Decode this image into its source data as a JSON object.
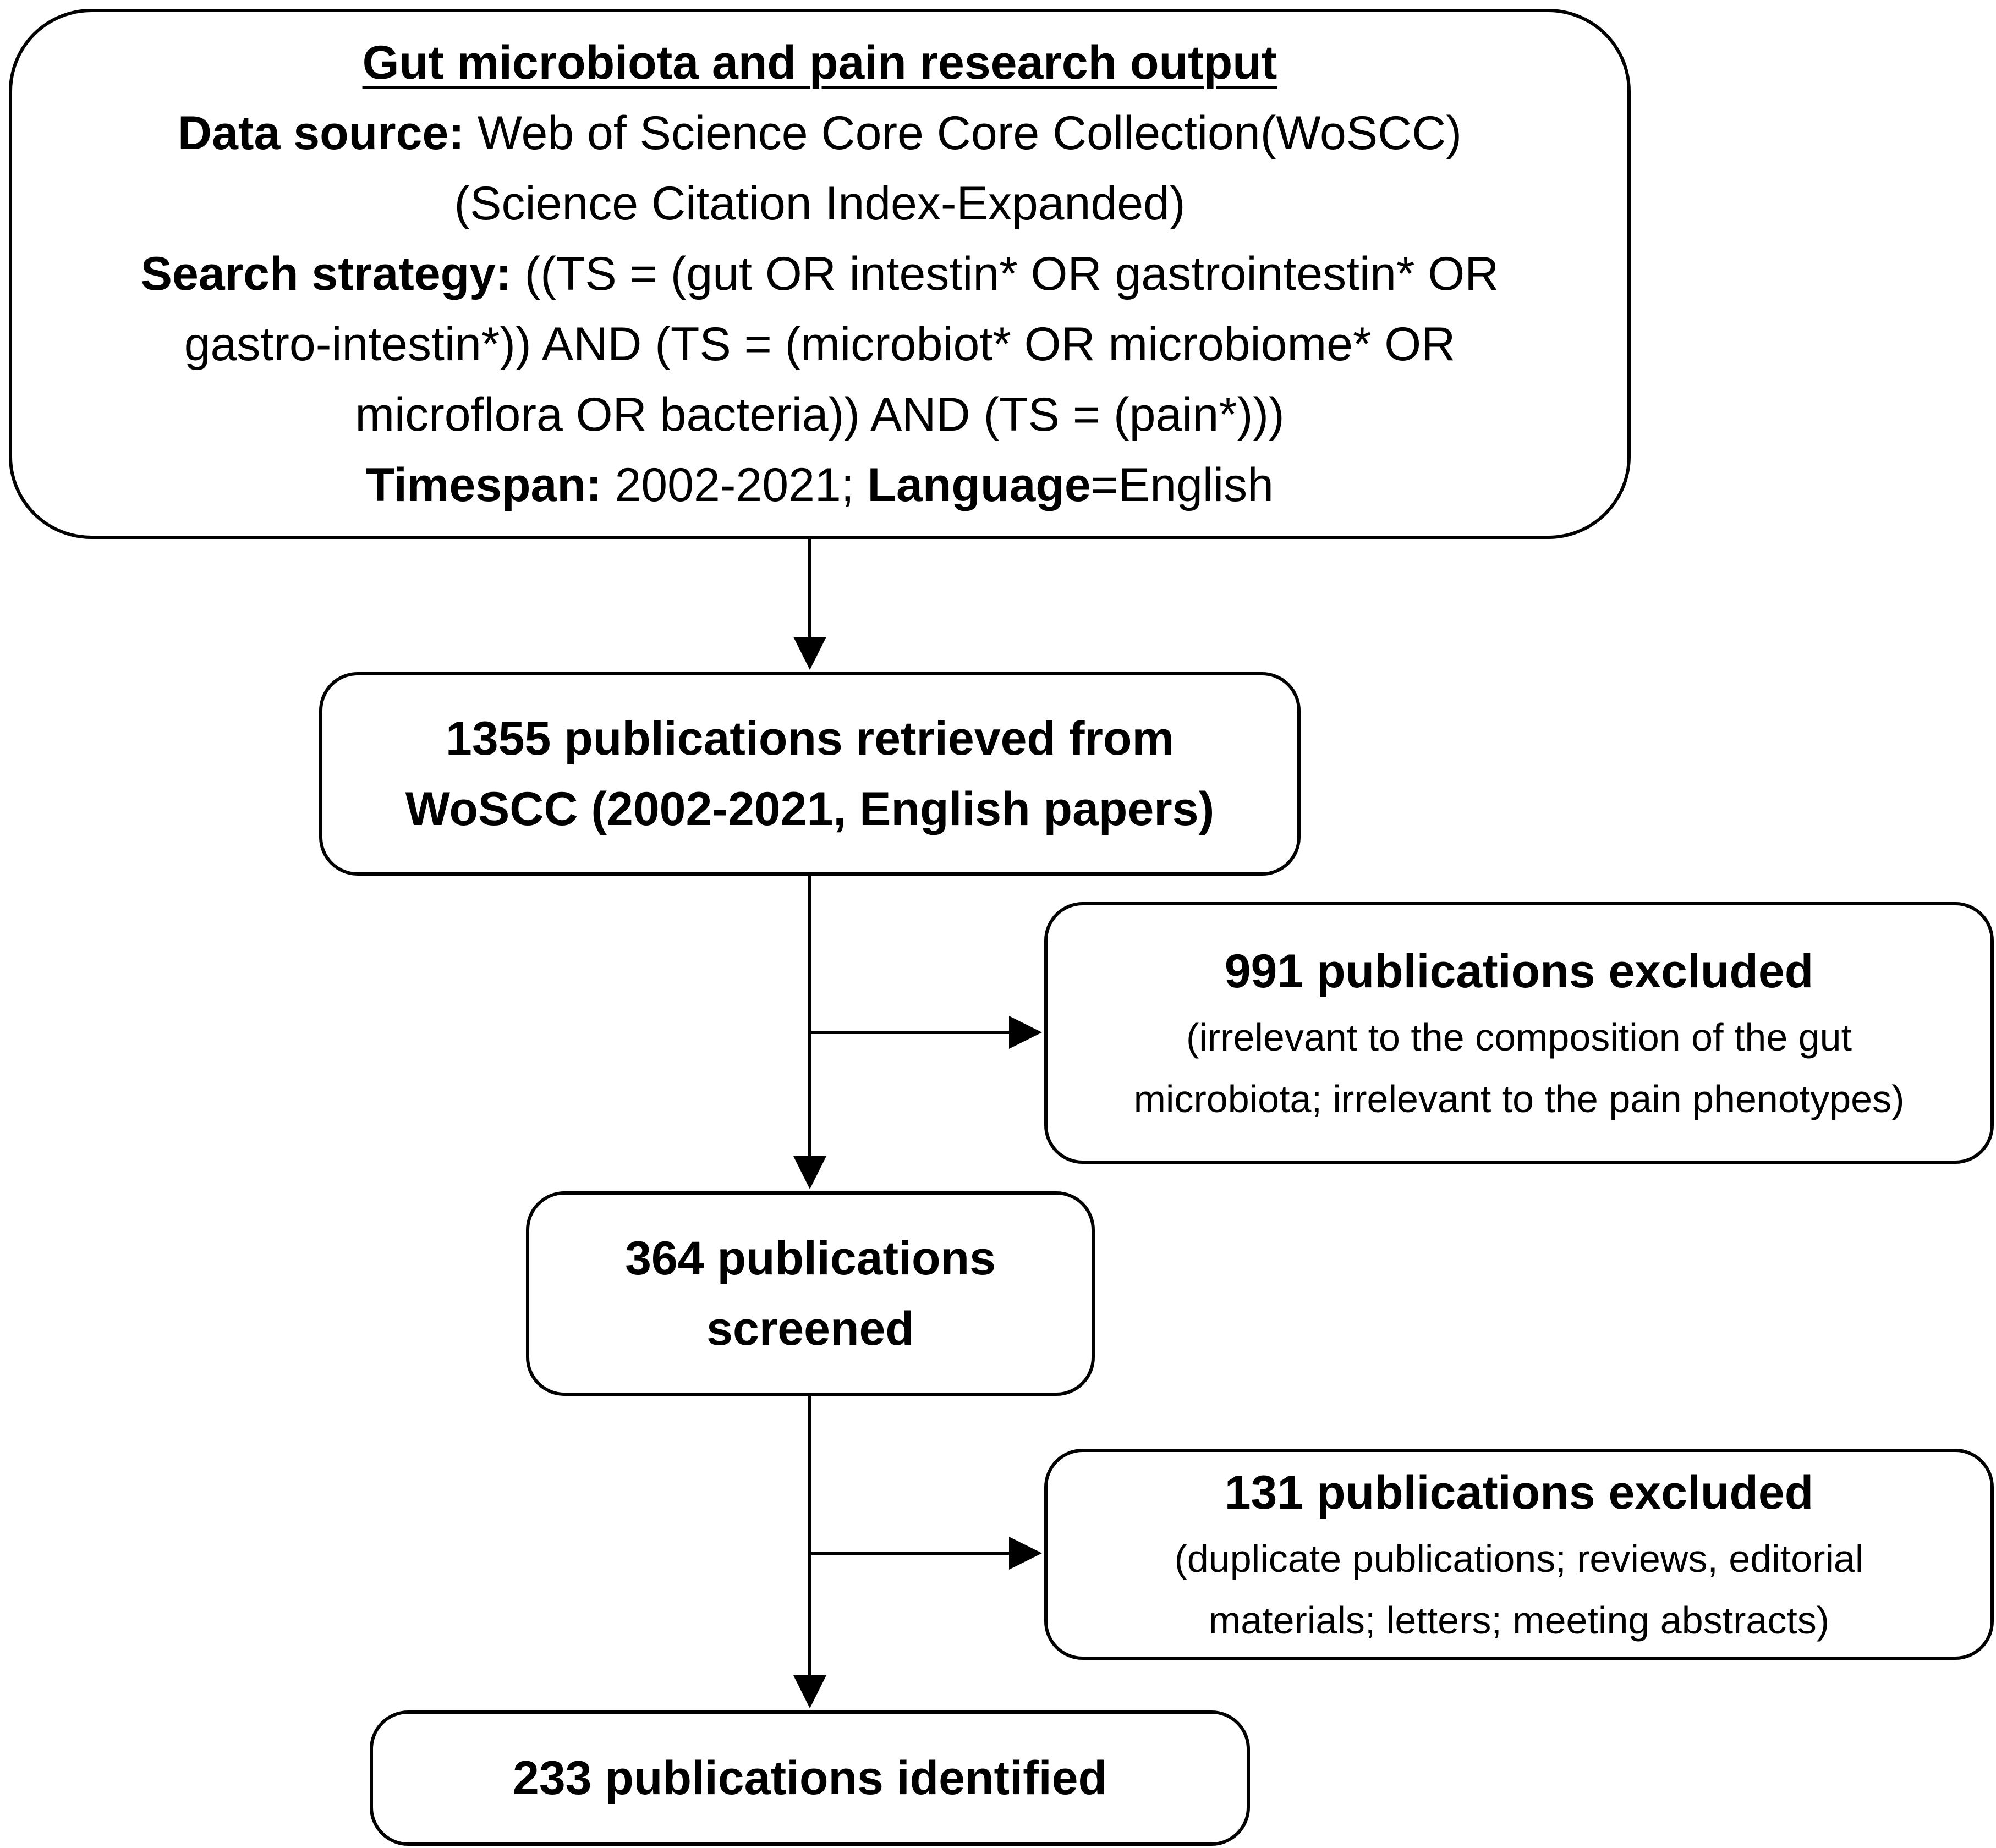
{
  "nodes": {
    "source": {
      "title": "Gut microbiota and pain research output",
      "data_source_label": "Data source:",
      "data_source_value": " Web of Science Core Core Collection(WoSCC)",
      "data_source_sub": "(Science Citation Index-Expanded)",
      "search_label": "Search strategy:",
      "search_line1": " ((TS = (gut OR intestin* OR gastrointestin* OR",
      "search_line2": "gastro-intestin*)) AND (TS = (microbiot* OR microbiome* OR",
      "search_line3": "microflora OR bacteria)) AND (TS = (pain*)))",
      "timespan_label": "Timespan:",
      "timespan_value": " 2002-2021; ",
      "language_label": "Language",
      "language_value": "=English"
    },
    "retrieved": {
      "line1": "1355 publications retrieved from",
      "line2": "WoSCC (2002-2021, English papers)"
    },
    "excluded1": {
      "heading": "991 publications excluded",
      "detail1": "(irrelevant to the composition of the gut",
      "detail2": "microbiota; irrelevant to the pain phenotypes)"
    },
    "screened": {
      "line1": "364 publications",
      "line2": "screened"
    },
    "excluded2": {
      "heading": "131 publications excluded",
      "detail1": "(duplicate publications; reviews, editorial",
      "detail2": "materials; letters; meeting abstracts)"
    },
    "identified": {
      "line1": "233 publications identified"
    }
  },
  "edges": [
    {
      "from": "source",
      "to": "retrieved"
    },
    {
      "from": "retrieved",
      "to": "screened"
    },
    {
      "from": "retrieved",
      "to": "excluded1"
    },
    {
      "from": "screened",
      "to": "identified"
    },
    {
      "from": "screened",
      "to": "excluded2"
    }
  ]
}
